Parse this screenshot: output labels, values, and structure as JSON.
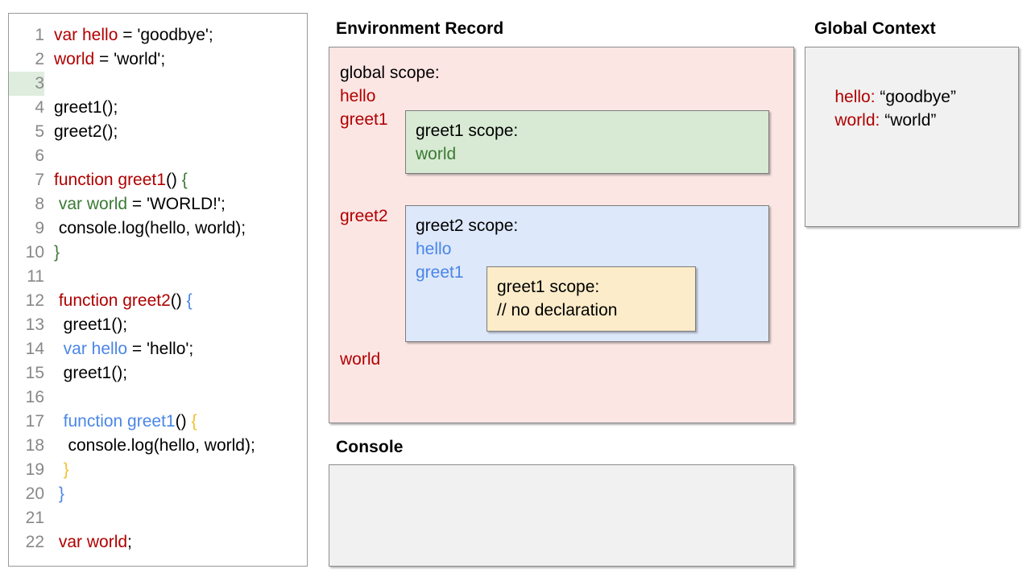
{
  "code_panel": {
    "lines": [
      {
        "num": "1",
        "highlight": false,
        "segments": [
          {
            "text": "var hello",
            "color": "red"
          },
          {
            "text": " = 'goodbye';",
            "color": "black"
          }
        ]
      },
      {
        "num": "2",
        "highlight": false,
        "segments": [
          {
            "text": "world",
            "color": "red"
          },
          {
            "text": " = 'world';",
            "color": "black"
          }
        ]
      },
      {
        "num": "3",
        "highlight": true,
        "segments": [
          {
            "text": "",
            "color": "black"
          }
        ]
      },
      {
        "num": "4",
        "highlight": false,
        "segments": [
          {
            "text": "greet1();",
            "color": "black"
          }
        ]
      },
      {
        "num": "5",
        "highlight": false,
        "segments": [
          {
            "text": "greet2();",
            "color": "black"
          }
        ]
      },
      {
        "num": "6",
        "highlight": false,
        "segments": [
          {
            "text": "",
            "color": "black"
          }
        ]
      },
      {
        "num": "7",
        "highlight": false,
        "segments": [
          {
            "text": "function greet1",
            "color": "red"
          },
          {
            "text": "() ",
            "color": "black"
          },
          {
            "text": "{",
            "color": "green"
          }
        ]
      },
      {
        "num": "8",
        "highlight": false,
        "segments": [
          {
            "text": " ",
            "color": "black"
          },
          {
            "text": "var world",
            "color": "green"
          },
          {
            "text": " = 'WORLD!';",
            "color": "black"
          }
        ]
      },
      {
        "num": "9",
        "highlight": false,
        "segments": [
          {
            "text": " console.log(hello, world);",
            "color": "black"
          }
        ]
      },
      {
        "num": "10",
        "highlight": false,
        "segments": [
          {
            "text": "}",
            "color": "green"
          }
        ]
      },
      {
        "num": "11",
        "highlight": false,
        "segments": [
          {
            "text": "",
            "color": "black"
          }
        ]
      },
      {
        "num": "12",
        "highlight": false,
        "segments": [
          {
            "text": " ",
            "color": "black"
          },
          {
            "text": "function greet2",
            "color": "red"
          },
          {
            "text": "() ",
            "color": "black"
          },
          {
            "text": "{",
            "color": "blue"
          }
        ]
      },
      {
        "num": "13",
        "highlight": false,
        "segments": [
          {
            "text": "  greet1();",
            "color": "black"
          }
        ]
      },
      {
        "num": "14",
        "highlight": false,
        "segments": [
          {
            "text": "  ",
            "color": "black"
          },
          {
            "text": "var hello",
            "color": "blue"
          },
          {
            "text": " = 'hello';",
            "color": "black"
          }
        ]
      },
      {
        "num": "15",
        "highlight": false,
        "segments": [
          {
            "text": "  greet1();",
            "color": "black"
          }
        ]
      },
      {
        "num": "16",
        "highlight": false,
        "segments": [
          {
            "text": "",
            "color": "black"
          }
        ]
      },
      {
        "num": "17",
        "highlight": false,
        "segments": [
          {
            "text": "  ",
            "color": "black"
          },
          {
            "text": "function greet1",
            "color": "blue"
          },
          {
            "text": "() ",
            "color": "black"
          },
          {
            "text": "{",
            "color": "orange"
          }
        ]
      },
      {
        "num": "18",
        "highlight": false,
        "segments": [
          {
            "text": "   console.log(hello, world);",
            "color": "black"
          }
        ]
      },
      {
        "num": "19",
        "highlight": false,
        "segments": [
          {
            "text": "  ",
            "color": "black"
          },
          {
            "text": "}",
            "color": "orange"
          }
        ]
      },
      {
        "num": "20",
        "highlight": false,
        "segments": [
          {
            "text": " ",
            "color": "black"
          },
          {
            "text": "}",
            "color": "blue"
          }
        ]
      },
      {
        "num": "21",
        "highlight": false,
        "segments": [
          {
            "text": "",
            "color": "black"
          }
        ]
      },
      {
        "num": "22",
        "highlight": false,
        "segments": [
          {
            "text": " ",
            "color": "black"
          },
          {
            "text": "var world",
            "color": "red"
          },
          {
            "text": ";",
            "color": "black"
          }
        ]
      }
    ]
  },
  "environment_record": {
    "title": "Environment Record",
    "global_scope_label": "global scope:",
    "global_bindings": [
      {
        "name": "hello",
        "color": "red"
      },
      {
        "name": "greet1",
        "color": "red"
      },
      {
        "name": "greet2",
        "color": "red"
      },
      {
        "name": "world",
        "color": "red"
      }
    ],
    "greet1_scope": {
      "title": "greet1 scope:",
      "bindings": [
        "world"
      ]
    },
    "greet2_scope": {
      "title": "greet2 scope:",
      "bindings": [
        "hello",
        "greet1"
      ],
      "inner_greet1_scope": {
        "title": "greet1 scope:",
        "note": "// no declaration"
      }
    }
  },
  "global_context": {
    "title": "Global Context",
    "entries": [
      {
        "key": "hello:",
        "value": " “goodbye”"
      },
      {
        "key": "world:",
        "value": " “world”"
      }
    ]
  },
  "console": {
    "title": "Console",
    "output": ""
  },
  "colors": {
    "red": "#b00000",
    "green": "#3b7a35",
    "blue": "#4a86e8",
    "orange": "#f1c232",
    "env_record_bg": "#fce6e4",
    "greet1_scope_bg": "#d8ead3",
    "greet2_scope_bg": "#dde8fa",
    "inner_scope_bg": "#fcecc9",
    "panel_bg": "#f1f1f1",
    "line_highlight": "#dfeddf"
  }
}
